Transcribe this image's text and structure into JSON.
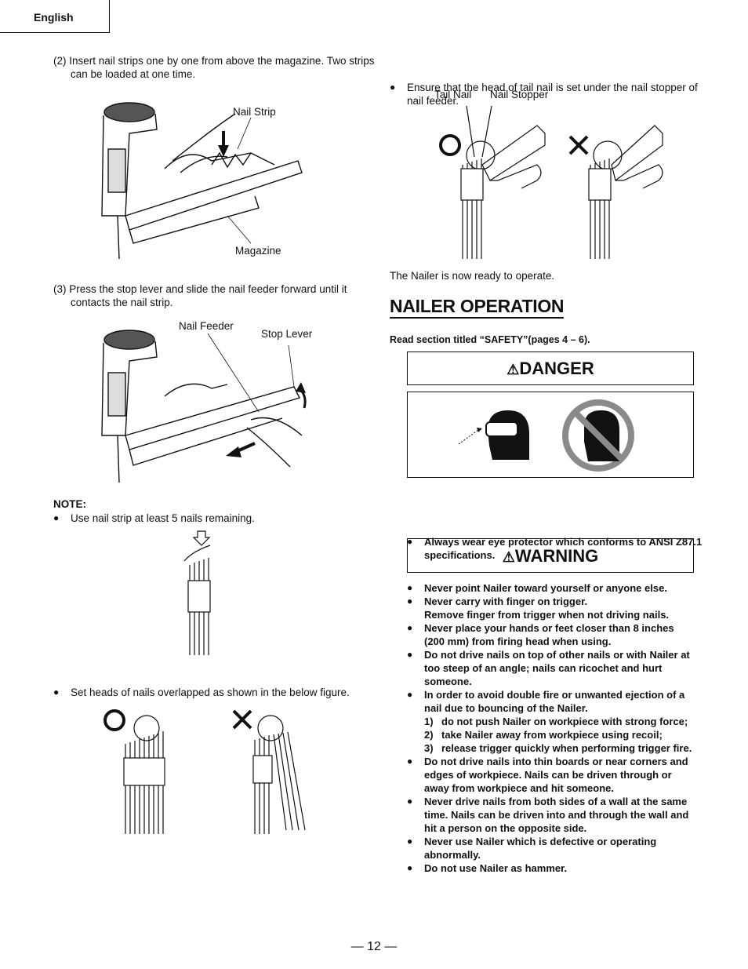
{
  "header": {
    "language": "English"
  },
  "left": {
    "step2": {
      "num": "(2)",
      "text": "Insert nail strips one by one from above the magazine. Two strips can be loaded at one time."
    },
    "fig1": {
      "label_nail_strip": "Nail Strip",
      "label_magazine": "Magazine"
    },
    "step3": {
      "num": "(3)",
      "text": "Press the stop lever and slide the nail feeder forward until it contacts the nail strip."
    },
    "fig2": {
      "label_nail_feeder": "Nail Feeder",
      "label_stop_lever": "Stop Lever"
    },
    "note": {
      "title": "NOTE:",
      "item1": "Use nail strip at least 5 nails remaining.",
      "item2": "Set heads of nails overlapped as shown in the below figure."
    }
  },
  "right": {
    "bullet_tail": "Ensure that the head of tail nail is set under the nail stopper of nail feeder.",
    "fig3": {
      "label_tail_nail": "Tail Nail",
      "label_nail_stopper": "Nail Stopper"
    },
    "ready": "The Nailer is now ready to operate.",
    "section_title": "NAILER OPERATION",
    "read_section": "Read section titled “SAFETY”(pages 4 – 6).",
    "danger": {
      "title": "DANGER",
      "item": "Always wear eye protector which conforms to ANSI Z87.1 specifications."
    },
    "warning": {
      "title": "WARNING",
      "items": [
        "Never point Nailer toward yourself or anyone else.",
        "Never carry with finger on trigger.",
        "Remove finger from trigger when not driving nails.",
        "Never place your hands or feet closer than 8 inches (200 mm) from firing head when using.",
        "Do not drive nails on top of other nails or with Nailer at too steep of an angle; nails can ricochet and hurt someone.",
        "In order to avoid double fire or unwanted ejection of a nail due to bouncing of the Nailer.",
        "Do not drive nails into thin boards or near corners and edges of workpiece. Nails can be driven through or away from workpiece and hit someone.",
        "Never drive nails from both sides of a wall at the same time. Nails can be driven into and through the wall and hit a person on the opposite side.",
        "Never use Nailer which is defective or operating abnormally.",
        "Do not use Nailer as hammer."
      ],
      "subitems": [
        {
          "num": "1)",
          "text": "do not push Nailer on workpiece with strong force;"
        },
        {
          "num": "2)",
          "text": "take Nailer away from workpiece using recoil;"
        },
        {
          "num": "3)",
          "text": "release trigger quickly when performing trigger fire."
        }
      ]
    }
  },
  "footer": {
    "page": "— 12 —"
  },
  "colors": {
    "text": "#111111",
    "prohibit": "#8a8a8a"
  }
}
